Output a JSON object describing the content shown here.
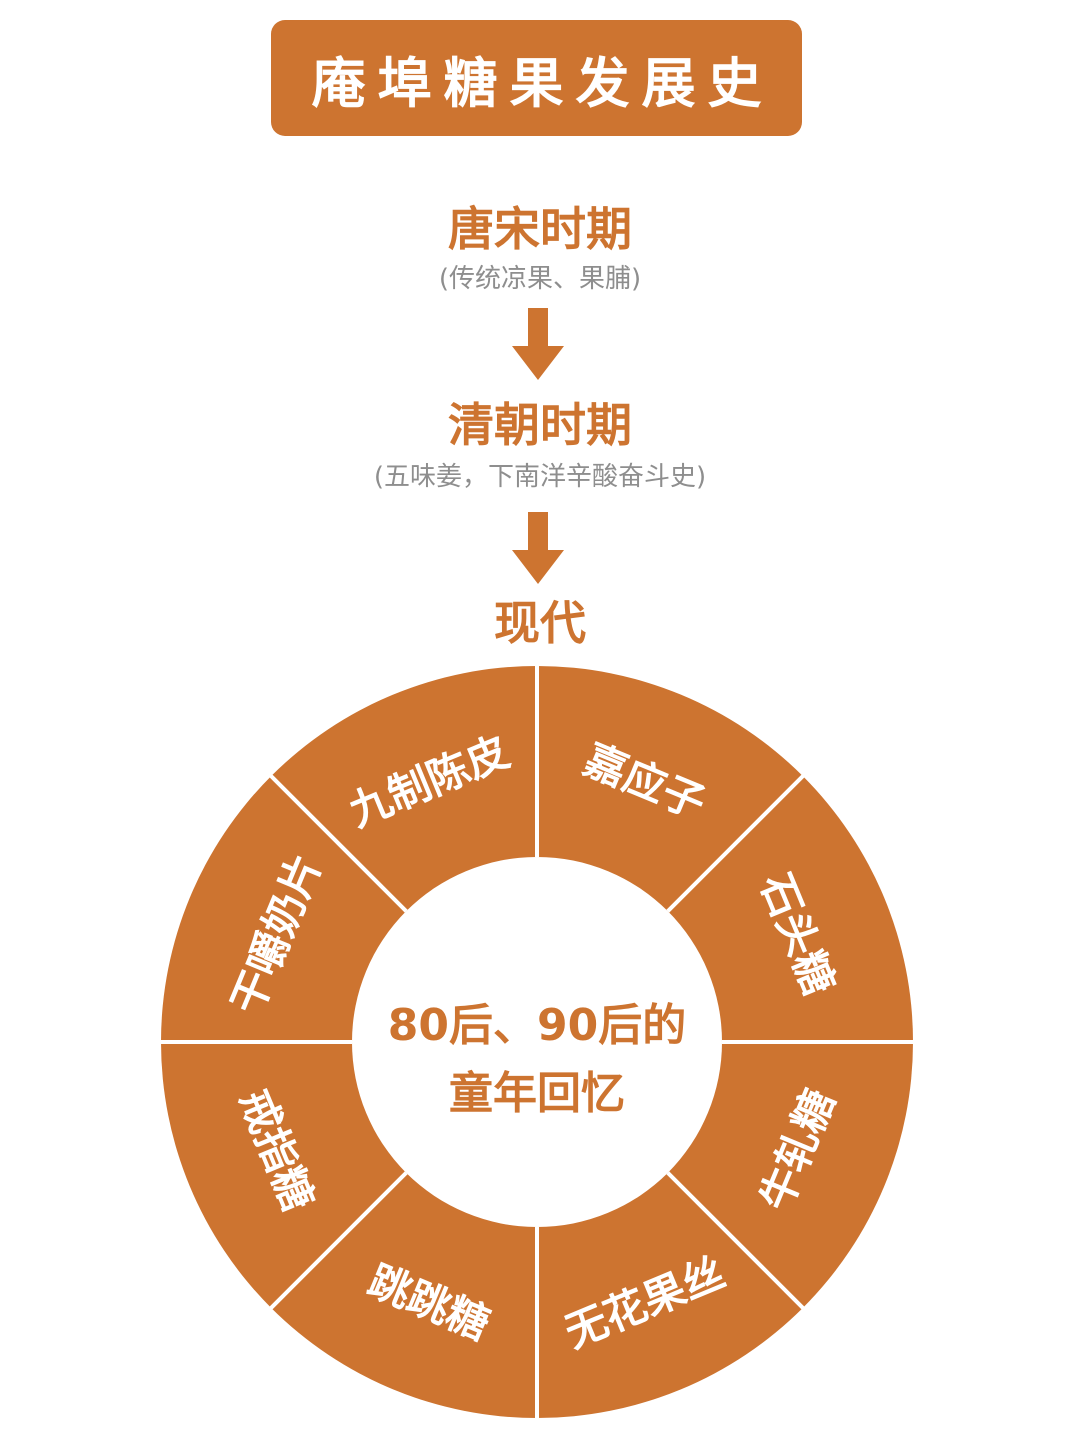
{
  "title": "庵埠糖果发展史",
  "timeline": [
    {
      "period": "唐宋时期",
      "note": "(传统凉果、果脯)"
    },
    {
      "period": "清朝时期",
      "note": "(五味姜，下南洋辛酸奋斗史)"
    },
    {
      "period": "现代"
    }
  ],
  "wheel": {
    "center_lines": [
      "80后、90后的",
      "童年回忆"
    ],
    "segments": [
      "嘉应子",
      "石头糖",
      "牛轧糖",
      "无花果丝",
      "跳跳糖",
      "戒指糖",
      "干嚼奶片",
      "九制陈皮"
    ]
  },
  "colors": {
    "accent": "#cd7430",
    "subtext": "#8e8e8e",
    "background": "#ffffff"
  }
}
